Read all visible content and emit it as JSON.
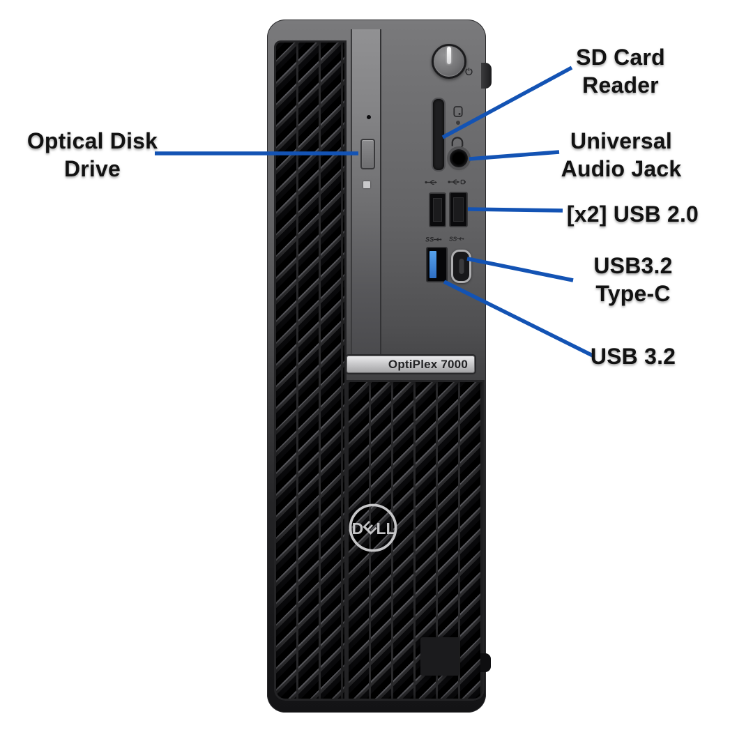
{
  "colors": {
    "callout_line": "#1353b4",
    "label_text": "#121212",
    "usb3_tongue": "#3d85d8",
    "badge_bg": "#c3c3c5",
    "tower_top": "#7a7a7c",
    "tower_bottom": "#131315"
  },
  "device": {
    "badge_label": "OptiPlex 7000",
    "logo_letters": [
      "D",
      "E",
      "L",
      "L"
    ],
    "ss_label": "SS",
    "icons": {
      "power": "power-icon",
      "hdd_activity": "hdd-activity-icon",
      "headset": "headset-icon",
      "usb2": "usb-2.0-icon",
      "usb2_power": "usb-2.0-powershare-icon",
      "usb3_ss": "usb-3.2-superspeed-icon"
    }
  },
  "callouts": {
    "optical": {
      "line1": "Optical Disk",
      "line2": "Drive"
    },
    "sd": {
      "line1": "SD Card",
      "line2": "Reader"
    },
    "audio": {
      "line1": "Universal",
      "line2": "Audio Jack"
    },
    "usb2": {
      "line1": "[x2] USB 2.0"
    },
    "typec": {
      "line1": "USB3.2",
      "line2": "Type-C"
    },
    "usb3": {
      "line1": "USB 3.2"
    }
  }
}
